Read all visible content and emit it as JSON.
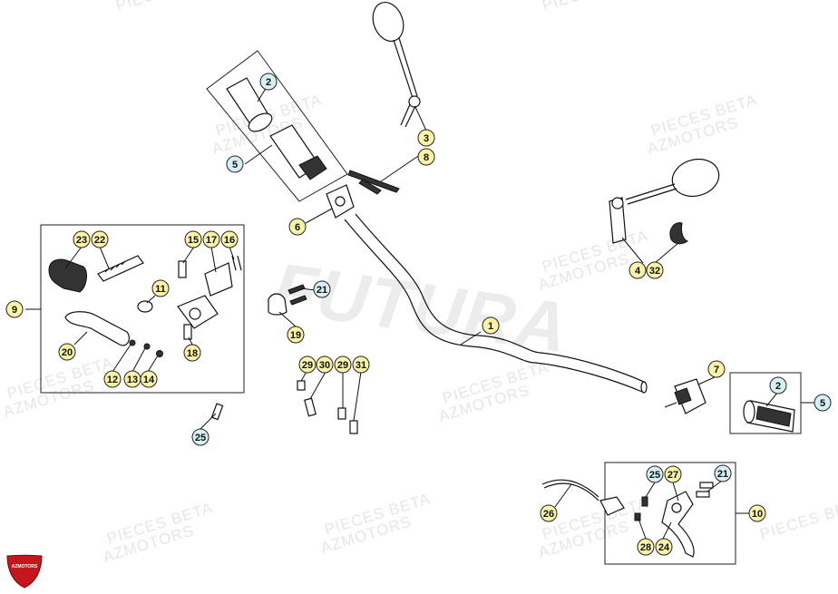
{
  "watermark": {
    "line1": "PIECES BETA",
    "line2": "AZMOTORS",
    "big_mark": "FUTURA"
  },
  "logo": {
    "text": "AZMOTORS"
  },
  "colors": {
    "callout_yellow": "#fbf3a6",
    "callout_blue": "#d7f0f6",
    "logo_red": "#c4161c"
  },
  "callouts": [
    {
      "id": "c1",
      "label": "1",
      "color": "yellow"
    },
    {
      "id": "c2a",
      "label": "2",
      "color": "blue"
    },
    {
      "id": "c2b",
      "label": "2",
      "color": "blue"
    },
    {
      "id": "c3",
      "label": "3",
      "color": "yellow"
    },
    {
      "id": "c4",
      "label": "4",
      "color": "yellow"
    },
    {
      "id": "c5a",
      "label": "5",
      "color": "blue"
    },
    {
      "id": "c5b",
      "label": "5",
      "color": "blue"
    },
    {
      "id": "c6",
      "label": "6",
      "color": "yellow"
    },
    {
      "id": "c7",
      "label": "7",
      "color": "yellow"
    },
    {
      "id": "c8",
      "label": "8",
      "color": "yellow"
    },
    {
      "id": "c9",
      "label": "9",
      "color": "yellow"
    },
    {
      "id": "c10",
      "label": "10",
      "color": "yellow"
    },
    {
      "id": "c11",
      "label": "11",
      "color": "yellow"
    },
    {
      "id": "c12",
      "label": "12",
      "color": "yellow"
    },
    {
      "id": "c13",
      "label": "13",
      "color": "yellow"
    },
    {
      "id": "c14",
      "label": "14",
      "color": "yellow"
    },
    {
      "id": "c15",
      "label": "15",
      "color": "yellow"
    },
    {
      "id": "c16",
      "label": "16",
      "color": "yellow"
    },
    {
      "id": "c17",
      "label": "17",
      "color": "yellow"
    },
    {
      "id": "c18",
      "label": "18",
      "color": "yellow"
    },
    {
      "id": "c19",
      "label": "19",
      "color": "yellow"
    },
    {
      "id": "c20",
      "label": "20",
      "color": "yellow"
    },
    {
      "id": "c21a",
      "label": "21",
      "color": "blue"
    },
    {
      "id": "c21b",
      "label": "21",
      "color": "blue"
    },
    {
      "id": "c22",
      "label": "22",
      "color": "yellow"
    },
    {
      "id": "c23",
      "label": "23",
      "color": "yellow"
    },
    {
      "id": "c24",
      "label": "24",
      "color": "yellow"
    },
    {
      "id": "c25a",
      "label": "25",
      "color": "blue"
    },
    {
      "id": "c25b",
      "label": "25",
      "color": "blue"
    },
    {
      "id": "c26",
      "label": "26",
      "color": "yellow"
    },
    {
      "id": "c27",
      "label": "27",
      "color": "yellow"
    },
    {
      "id": "c28",
      "label": "28",
      "color": "yellow"
    },
    {
      "id": "c29a",
      "label": "29",
      "color": "yellow"
    },
    {
      "id": "c29b",
      "label": "29",
      "color": "yellow"
    },
    {
      "id": "c30",
      "label": "30",
      "color": "yellow"
    },
    {
      "id": "c31",
      "label": "31",
      "color": "yellow"
    },
    {
      "id": "c32",
      "label": "32",
      "color": "yellow"
    }
  ]
}
